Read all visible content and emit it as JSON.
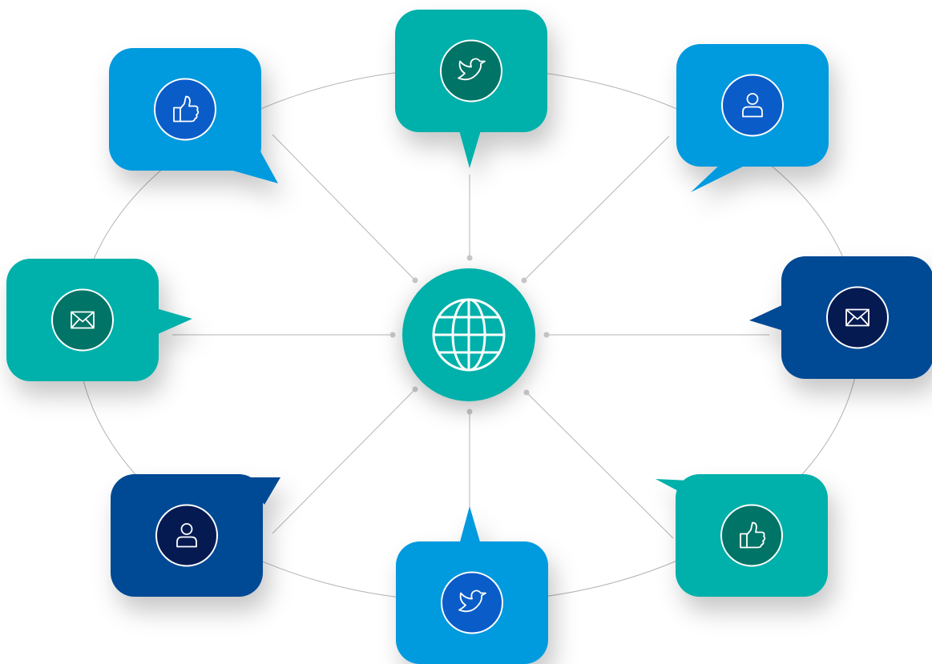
{
  "colors": {
    "teal": "#00b0aa",
    "teal_dark": "#007466",
    "sky": "#009ade",
    "sky_dark": "#0a5cc8",
    "navy": "#004a94",
    "navy_dark": "#061a52",
    "line": "#b4b4b4",
    "dot": "#c8c8c8",
    "background": "#ffffff"
  },
  "hub": {
    "icon": "globe-icon",
    "color": "teal"
  },
  "nodes": [
    {
      "id": "top",
      "icon": "twitter-bird-icon",
      "color": "teal",
      "tail_direction": "down"
    },
    {
      "id": "top-right",
      "icon": "user-icon",
      "color": "sky",
      "tail_direction": "down-left"
    },
    {
      "id": "right",
      "icon": "mail-icon",
      "color": "navy",
      "tail_direction": "left"
    },
    {
      "id": "bottom-right",
      "icon": "thumbs-up-icon",
      "color": "teal",
      "tail_direction": "up-left"
    },
    {
      "id": "bottom",
      "icon": "twitter-bird-icon",
      "color": "sky",
      "tail_direction": "up"
    },
    {
      "id": "bottom-left",
      "icon": "user-icon",
      "color": "navy",
      "tail_direction": "up-right"
    },
    {
      "id": "left",
      "icon": "mail-icon",
      "color": "teal",
      "tail_direction": "right"
    },
    {
      "id": "top-left",
      "icon": "thumbs-up-icon",
      "color": "sky",
      "tail_direction": "down-right"
    }
  ]
}
